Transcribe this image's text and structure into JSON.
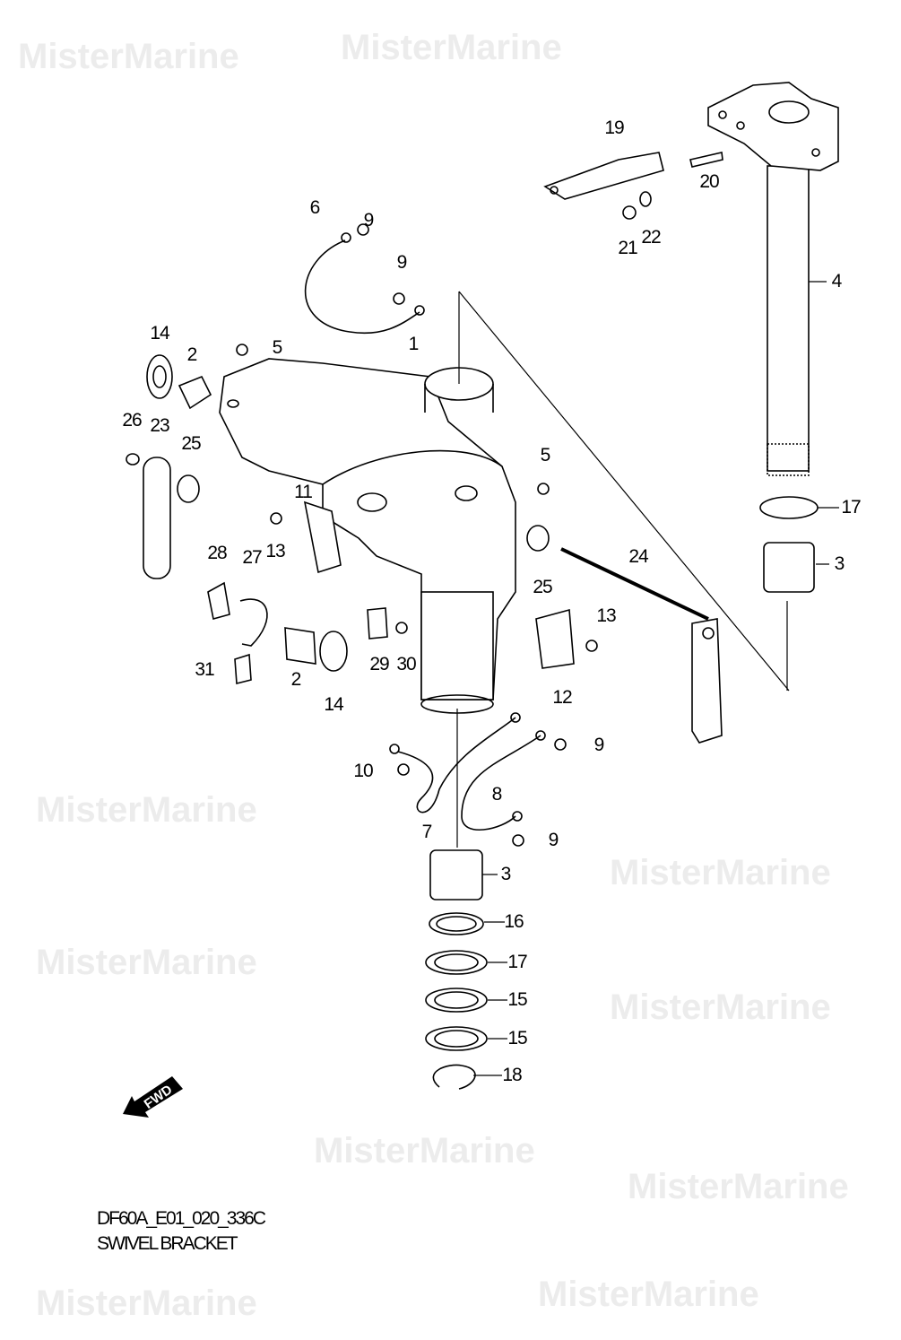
{
  "watermark": "MisterMarine",
  "diagram_code": "DF60A_E01_020_336C",
  "diagram_title": "SWIVEL BRACKET",
  "fwd_label": "FWD",
  "callouts": [
    "1",
    "2",
    "2",
    "3",
    "3",
    "4",
    "5",
    "5",
    "6",
    "7",
    "8",
    "9",
    "9",
    "9",
    "9",
    "10",
    "11",
    "12",
    "13",
    "13",
    "14",
    "14",
    "15",
    "15",
    "16",
    "17",
    "17",
    "18",
    "19",
    "20",
    "21",
    "22",
    "23",
    "24",
    "25",
    "25",
    "26",
    "27",
    "28",
    "29",
    "30",
    "31"
  ]
}
